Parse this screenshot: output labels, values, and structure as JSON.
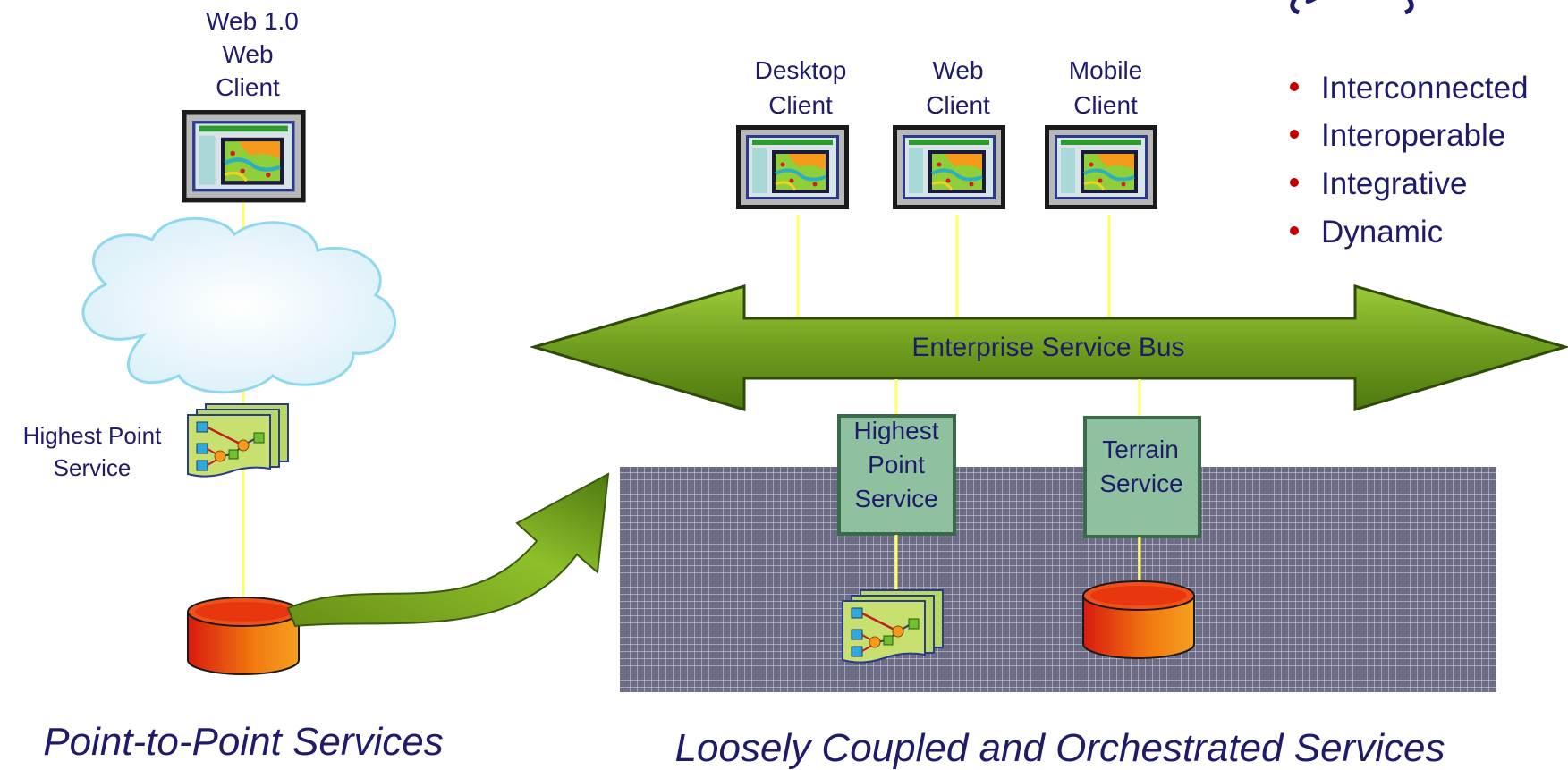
{
  "left": {
    "client_lines": [
      "Web 1.0",
      "Web",
      "Client"
    ],
    "service_lines": [
      "Highest  Point",
      "Service"
    ],
    "caption": "Point-to-Point Services"
  },
  "right": {
    "clients": [
      {
        "lines": [
          "Desktop",
          "Client"
        ]
      },
      {
        "lines": [
          "Web",
          "Client"
        ]
      },
      {
        "lines": [
          "Mobile",
          "Client"
        ]
      }
    ],
    "bus_label": "Enterprise Service Bus",
    "service_boxes": [
      {
        "lines": [
          "Highest",
          "Point",
          "Service"
        ]
      },
      {
        "lines": [
          "Terrain",
          "Service"
        ]
      }
    ],
    "caption": "Loosely Coupled and Orchestrated Services"
  },
  "bullets": [
    "Interconnected",
    "Interoperable",
    "Integrative",
    "Dynamic"
  ],
  "colors": {
    "text": "#1f1b6b",
    "bullet": "#c00000",
    "green_dark": "#3a5a10",
    "green_mid": "#6f9d1e",
    "green_light": "#8dbb2c",
    "connector": "#ffff66",
    "service_box": "#8fc0a0",
    "grid_bg": "#6c6c86",
    "db_red": "#e02010",
    "db_orange": "#f29010"
  }
}
